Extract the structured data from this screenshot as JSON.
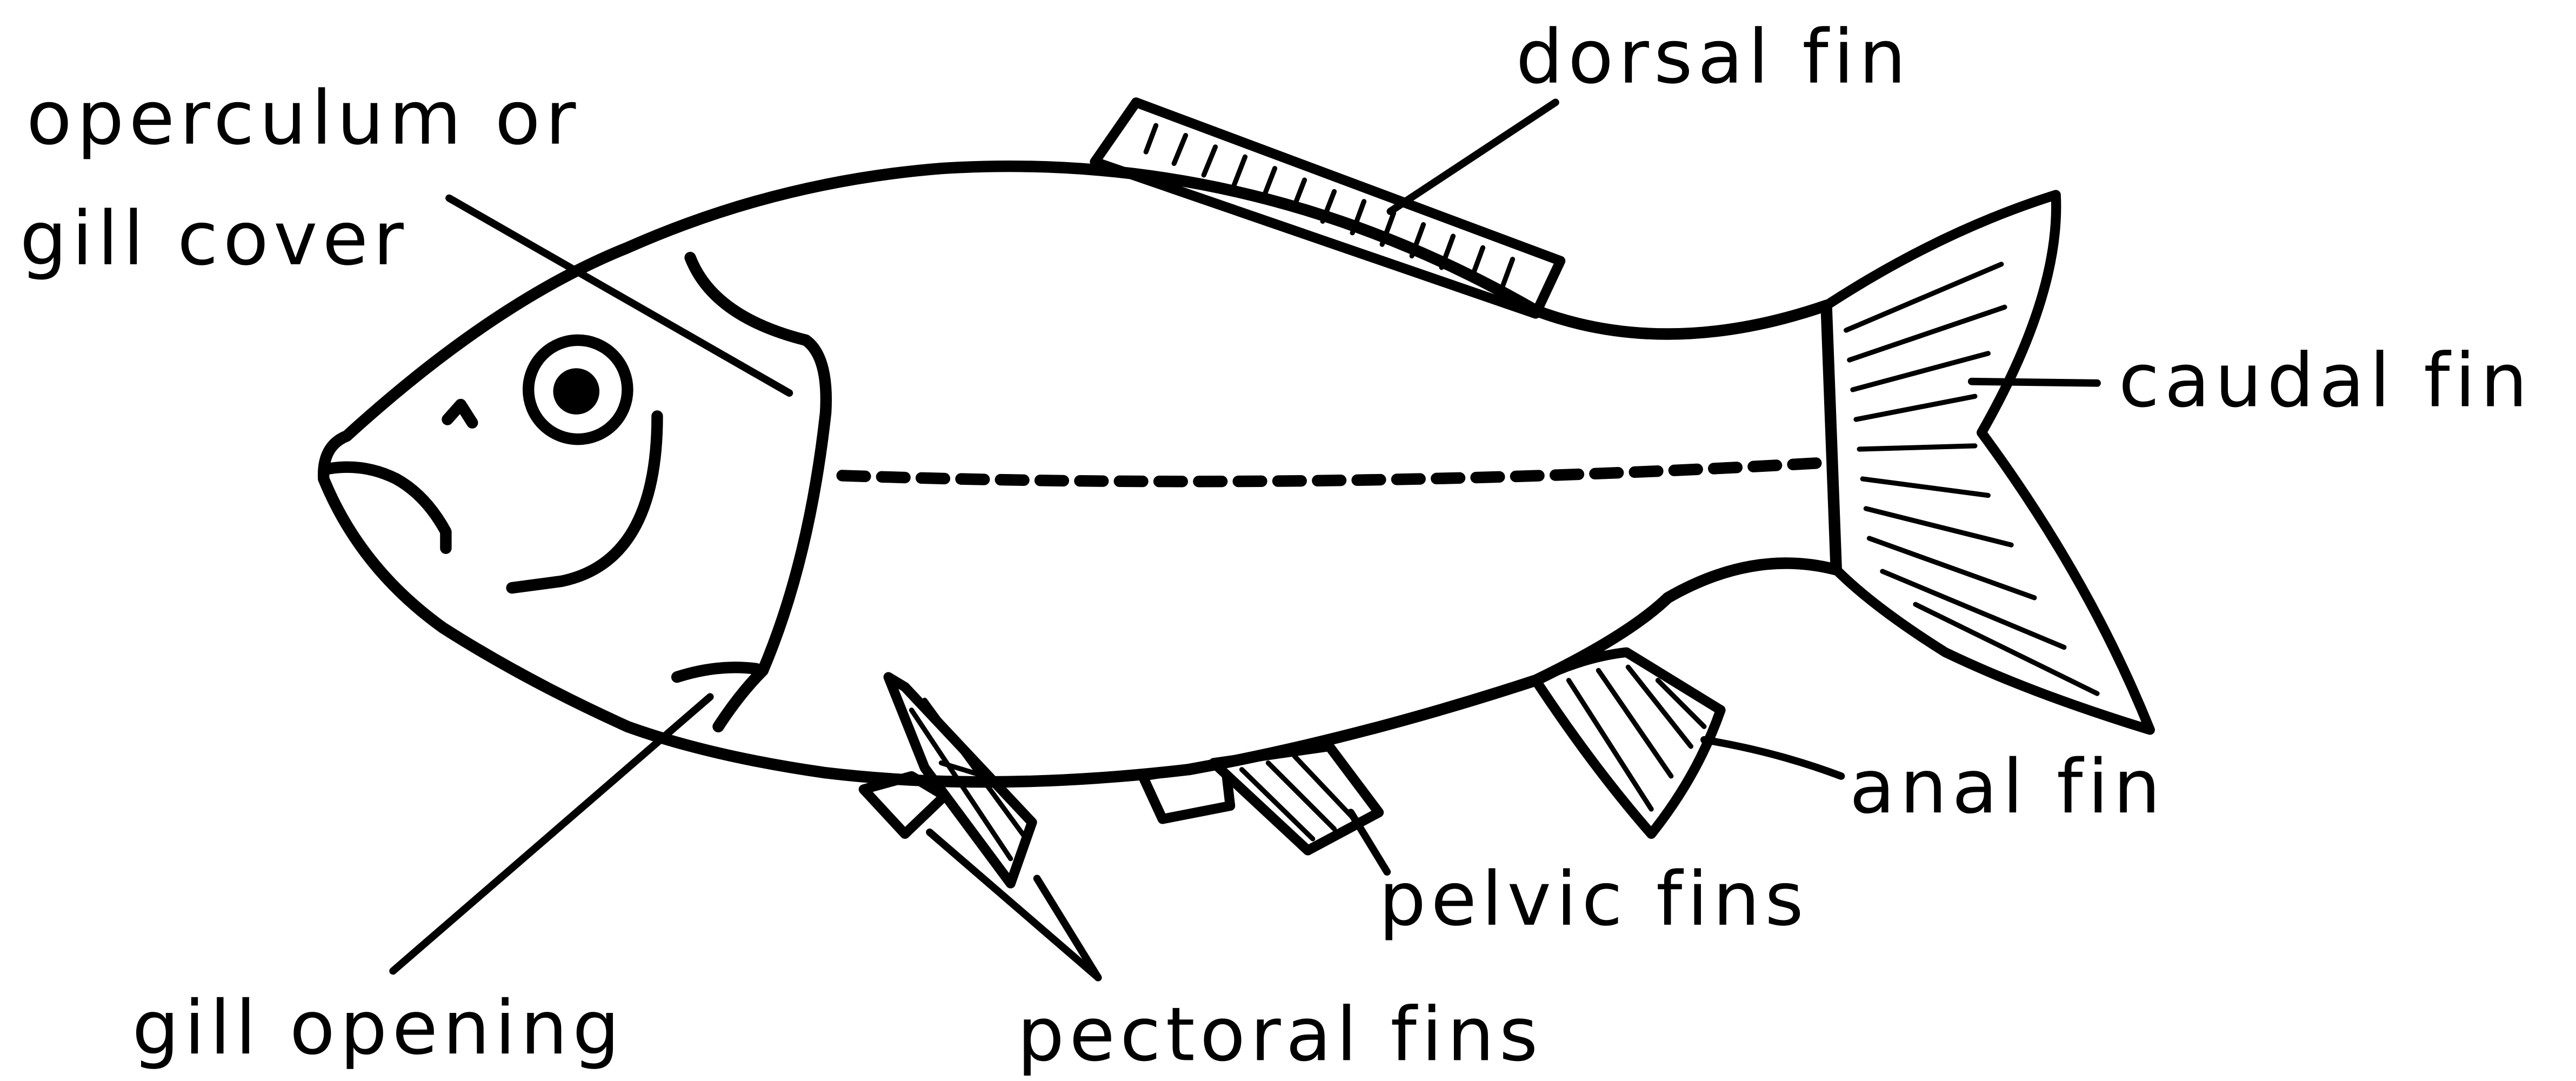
{
  "labels": {
    "operculum_line1": "operculum or",
    "operculum_line2": "gill cover",
    "dorsal_fin": "dorsal fin",
    "caudal_fin": "caudal fin",
    "anal_fin": "anal fin",
    "pelvic_fins": "pelvic fins",
    "pectoral_fins": "pectoral fins",
    "gill_opening": "gill opening"
  }
}
